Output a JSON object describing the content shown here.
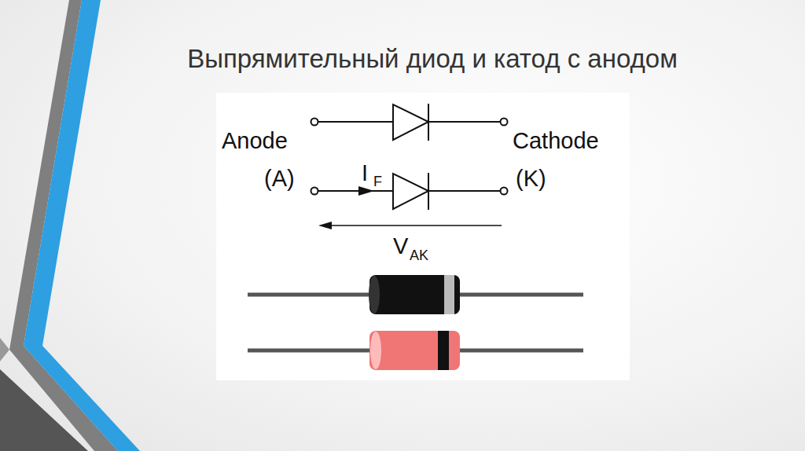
{
  "diagram": {
    "title": "Выпрямительный диод и катод с анодом",
    "labels": [
      "Anode",
      "(A)",
      "Cathode",
      "(K)",
      "I",
      "F",
      "V",
      "AK"
    ]
  }
}
